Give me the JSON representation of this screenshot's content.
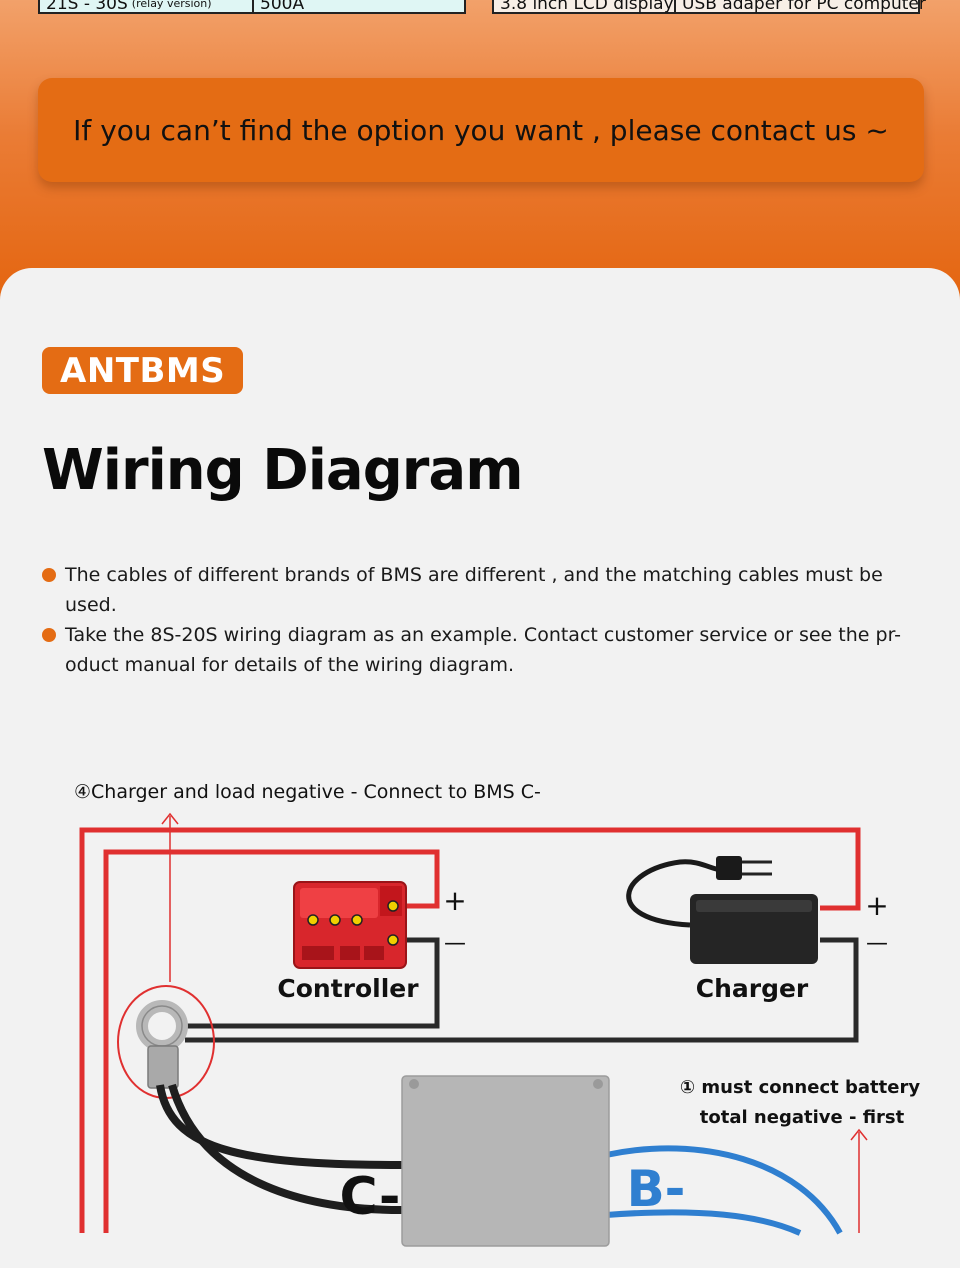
{
  "spec_table": {
    "left_cells": [
      "21S - 30S",
      "(relay version)",
      "500A"
    ],
    "right_cells": [
      "3.8 inch LCD display",
      "USB adaper for PC computer"
    ]
  },
  "banner": {
    "text": "If you can’t find the option you want , please contact us ~"
  },
  "brand": {
    "badge": "ANTBMS"
  },
  "section": {
    "title": "Wiring Diagram",
    "bullets": [
      "The cables of different brands of BMS are different ,  and the matching cables must be used.",
      "Take the 8S-20S wiring diagram as an example. Contact customer service or see the pr-oduct  manual  for details of the wiring diagram."
    ]
  },
  "diagram": {
    "note_top": "④Charger and load negative - Connect to BMS C-",
    "controller_label": "Controller",
    "charger_label": "Charger",
    "plus": "+",
    "minus": "—",
    "note_right_line1": "① must connect battery",
    "note_right_line2": "total negative - first",
    "c_minus": "C-",
    "b_minus": "B-"
  },
  "colors": {
    "accent": "#e46c14",
    "wire_red": "#e03030",
    "wire_black": "#2a2a2a",
    "wire_blue": "#2f7fd0"
  }
}
